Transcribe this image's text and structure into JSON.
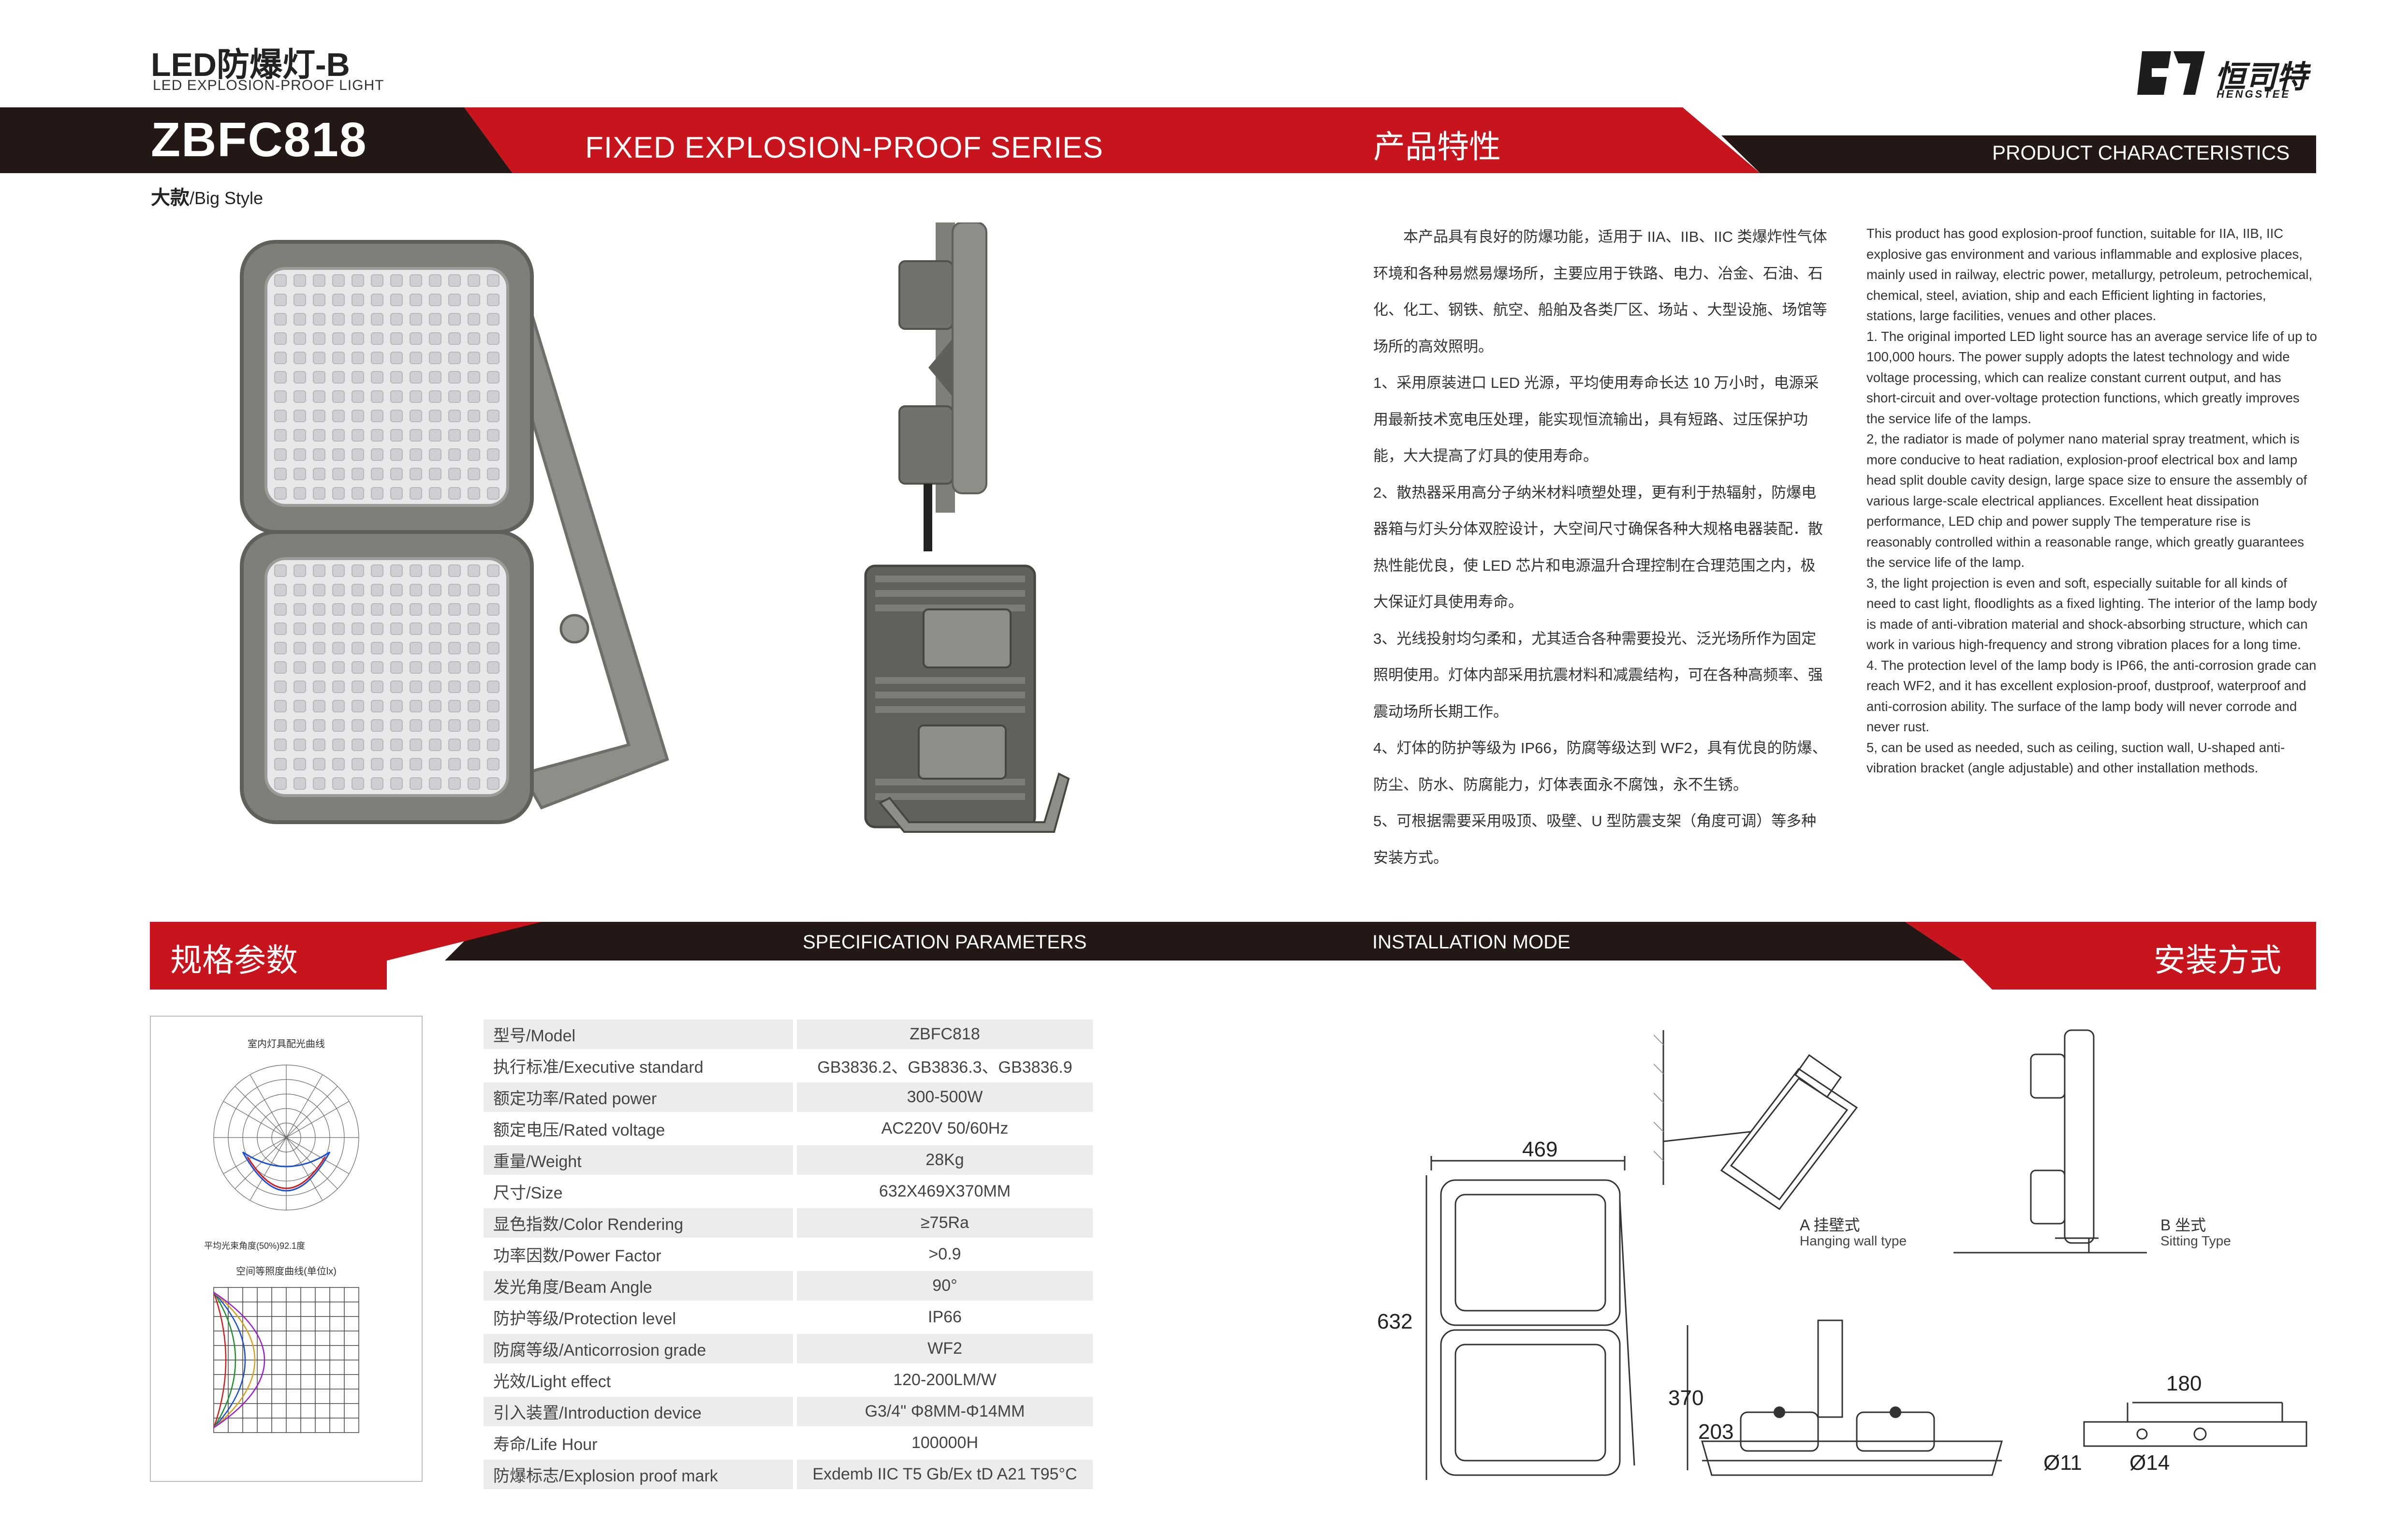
{
  "header": {
    "title": "LED防爆灯-B",
    "subtitle": "LED EXPLOSION-PROOF LIGHT",
    "model": "ZBFC818",
    "series": "FIXED EXPLOSION-PROOF SERIES",
    "characteristics_cn": "产品特性",
    "characteristics_en": "PRODUCT CHARACTERISTICS",
    "style_cn": "大款",
    "style_en": "/Big Style"
  },
  "logo": {
    "name_cn": "恒司特",
    "name_en": "HENGSTEE"
  },
  "colors": {
    "red": "#c8141c",
    "dark": "#231815",
    "gray_row": "#ececec"
  },
  "characteristics_cn": [
    "本产品具有良好的防爆功能，适用于 IIA、IIB、IIC 类爆炸性气体环境和各种易燃易爆场所，主要应用于铁路、电力、冶金、石油、石化、化工、钢铁、航空、船舶及各类厂区、场站 、大型设施、场馆等场所的高效照明。",
    "1、采用原装进口 LED 光源，平均使用寿命长达 10 万小时，电源采用最新技术宽电压处理，能实现恒流输出，具有短路、过压保护功能，大大提高了灯具的使用寿命。",
    "2、散热器采用高分子纳米材料喷塑处理，更有利于热辐射，防爆电器箱与灯头分体双腔设计，大空间尺寸确保各种大规格电器装配．散热性能优良，使 LED 芯片和电源温升合理控制在合理范围之内，极大保证灯具使用寿命。",
    "3、光线投射均匀柔和，尤其适合各种需要投光、泛光场所作为固定照明使用。灯体内部采用抗震材料和减震结构，可在各种高频率、强震动场所长期工作。",
    "4、灯体的防护等级为 IP66，防腐等级达到 WF2，具有优良的防爆、防尘、防水、防腐能力，灯体表面永不腐蚀，永不生锈。",
    "5、可根据需要采用吸顶、吸壁、U 型防震支架（角度可调）等多种安装方式。"
  ],
  "characteristics_en": [
    "This product has good explosion-proof function, suitable for IIA, IIB, IIC explosive gas environment and various inflammable and explosive places, mainly used in railway, electric power, metallurgy, petroleum, petrochemical, chemical, steel, aviation, ship and each Efficient lighting in factories, stations, large facilities, venues and other places.",
    "1. The original imported LED light source has an average service life of up to 100,000 hours. The power supply adopts the latest technology and wide voltage processing, which can realize constant current output, and has short-circuit and over-voltage protection functions, which greatly improves the service life of the lamps.",
    "2, the radiator is made of polymer nano material spray treatment, which is more conducive to heat radiation, explosion-proof electrical box and lamp head split double cavity design, large space size to ensure the assembly of various large-scale electrical appliances. Excellent heat dissipation performance, LED chip and power supply The temperature rise is reasonably controlled within a reasonable range, which greatly guarantees the service life of the lamp.",
    "3, the light projection is even and soft, especially suitable for all kinds of need to cast light, floodlights as a fixed lighting. The interior of the lamp body is made of anti-vibration material and shock-absorbing structure, which can work in various high-frequency and strong vibration places for a long time.",
    "4. The protection level of the lamp body is IP66, the anti-corrosion grade can reach WF2, and it has excellent explosion-proof, dustproof, waterproof and anti-corrosion ability. The surface of the lamp body will never corrode and never rust.",
    "5, can be used as needed, such as ceiling, suction wall, U-shaped anti-vibration bracket (angle adjustable) and other installation methods."
  ],
  "spec_section": {
    "title_cn": "规格参数",
    "title_en": "SPECIFICATION PARAMETERS"
  },
  "install_section": {
    "title_en": "INSTALLATION MODE",
    "title_cn": "安装方式"
  },
  "specs": [
    {
      "key": "型号/Model",
      "value": "ZBFC818"
    },
    {
      "key": "执行标准/Executive standard",
      "value": "GB3836.2、GB3836.3、GB3836.9"
    },
    {
      "key": "额定功率/Rated power",
      "value": "300-500W"
    },
    {
      "key": "额定电压/Rated voltage",
      "value": "AC220V 50/60Hz"
    },
    {
      "key": "重量/Weight",
      "value": "28Kg"
    },
    {
      "key": "尺寸/Size",
      "value": "632X469X370MM"
    },
    {
      "key": "显色指数/Color Rendering",
      "value": "≥75Ra"
    },
    {
      "key": "功率因数/Power Factor",
      "value": ">0.9"
    },
    {
      "key": "发光角度/Beam Angle",
      "value": "90°"
    },
    {
      "key": "防护等级/Protection level",
      "value": "IP66"
    },
    {
      "key": "防腐等级/Anticorrosion grade",
      "value": "WF2"
    },
    {
      "key": "光效/Light effect",
      "value": "120-200LM/W"
    },
    {
      "key": "引入装置/Introduction device",
      "value": "G3/4\" Φ8MM-Φ14MM"
    },
    {
      "key": "寿命/Life Hour",
      "value": "100000H"
    },
    {
      "key": "防爆标志/Explosion proof mark",
      "value": "Exdemb IIC T5 Gb/Ex tD A21 T95°C"
    }
  ],
  "photometric": {
    "title1": "室内灯具配光曲线",
    "title2": "空间等照度曲线(单位lx)",
    "note": "平均光束角度(50%)92.1度"
  },
  "installation": {
    "dim_width": "469",
    "dim_height": "632",
    "dim_depth": "370",
    "dim_203": "203",
    "dim_180": "180",
    "hole1": "Ø11",
    "hole2": "Ø14",
    "mode_a_cn": "A 挂壁式",
    "mode_a_en": "Hanging wall type",
    "mode_b_cn": "B 坐式",
    "mode_b_en": "Sitting Type"
  }
}
